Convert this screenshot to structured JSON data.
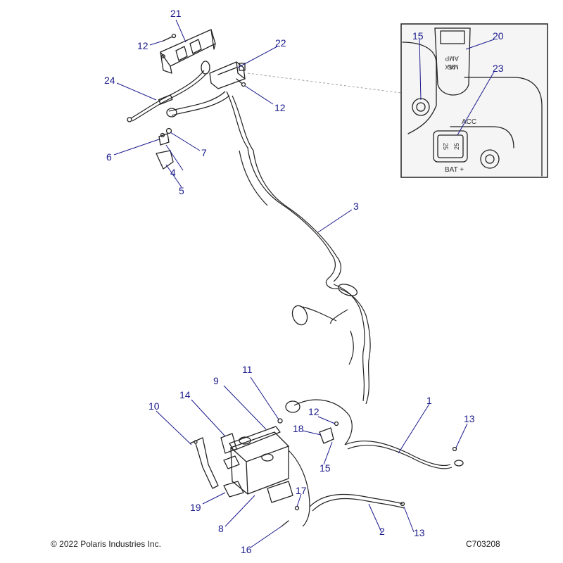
{
  "callouts": [
    {
      "id": "c21",
      "label": "21"
    },
    {
      "id": "c12a",
      "label": "12"
    },
    {
      "id": "c22",
      "label": "22"
    },
    {
      "id": "c24",
      "label": "24"
    },
    {
      "id": "c12b",
      "label": "12"
    },
    {
      "id": "c6",
      "label": "6"
    },
    {
      "id": "c7",
      "label": "7"
    },
    {
      "id": "c4",
      "label": "4"
    },
    {
      "id": "c5",
      "label": "5"
    },
    {
      "id": "c3",
      "label": "3"
    },
    {
      "id": "c11",
      "label": "11"
    },
    {
      "id": "c9",
      "label": "9"
    },
    {
      "id": "c14",
      "label": "14"
    },
    {
      "id": "c10",
      "label": "10"
    },
    {
      "id": "c1",
      "label": "1"
    },
    {
      "id": "c13a",
      "label": "13"
    },
    {
      "id": "c12c",
      "label": "12"
    },
    {
      "id": "c18",
      "label": "18"
    },
    {
      "id": "c15b",
      "label": "15"
    },
    {
      "id": "c17",
      "label": "17"
    },
    {
      "id": "c19",
      "label": "19"
    },
    {
      "id": "c8",
      "label": "8"
    },
    {
      "id": "c2",
      "label": "2"
    },
    {
      "id": "c13b",
      "label": "13"
    },
    {
      "id": "c16",
      "label": "16"
    },
    {
      "id": "c15a",
      "label": "15"
    },
    {
      "id": "c20",
      "label": "20"
    },
    {
      "id": "c23",
      "label": "23"
    }
  ],
  "inset": {
    "fuse_rating_lines": [
      "25",
      "AMP",
      "MAX"
    ],
    "terminal_acc": "ACC",
    "terminal_bat": "BAT +",
    "fuse_digits": [
      "25",
      "25"
    ]
  },
  "footer": {
    "copyright": "© 2022 Polaris Industries Inc.",
    "drawing_code": "C703208"
  }
}
